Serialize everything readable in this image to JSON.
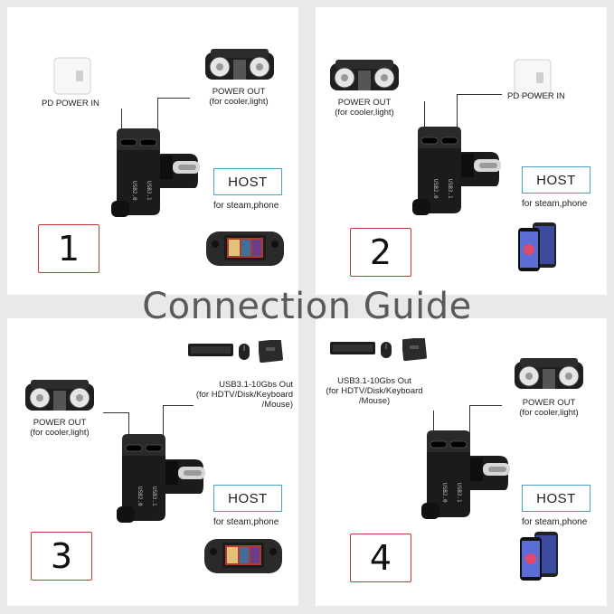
{
  "title": "Connection Guide",
  "labels": {
    "pd_power_in": "PD POWER IN",
    "power_out_line1": "POWER OUT",
    "power_out_line2": "(for cooler,light)",
    "usb_out_line1": "USB3.1-10Gbs Out",
    "usb_out_line2": "(for HDTV/Disk/Keyboard",
    "usb_out_line3": "/Mouse)",
    "host": "HOST",
    "for_devices": "for steam,phone",
    "port_usb2": "USB2.0",
    "port_usb3": "USB3.1"
  },
  "steps": [
    "1",
    "2",
    "3",
    "4"
  ],
  "colors": {
    "number_border": "#c23b3b",
    "host_border": "#4aa0c8",
    "adapter": "#1a1a1a"
  },
  "icons": [
    "charger-icon",
    "cooler-icon",
    "adapter-icon",
    "steam-deck-icon",
    "phone-icon",
    "keyboard-icon",
    "mouse-icon",
    "ssd-icon"
  ]
}
